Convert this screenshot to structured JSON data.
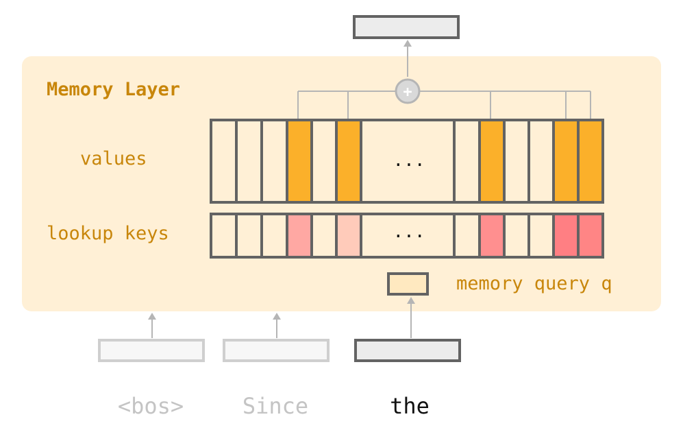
{
  "diagram": {
    "title": "Memory Layer",
    "values_label": "values",
    "keys_label": "lookup keys",
    "ellipsis": "...",
    "query_label": "memory query q",
    "plus_symbol": "+"
  },
  "tokens": [
    {
      "text": "<bos>",
      "active": false
    },
    {
      "text": "Since",
      "active": false
    },
    {
      "text": "the",
      "active": true
    }
  ],
  "colors": {
    "panel": "#fff0d6",
    "value_selected": "#fbb02a",
    "key_selected_strong": "#ff8585",
    "key_selected_light": "#ffcbba",
    "query_box": "#ffe9c0",
    "border_dark": "#636363",
    "inactive": "#cfcfcf",
    "connector": "#b5b5b5"
  }
}
